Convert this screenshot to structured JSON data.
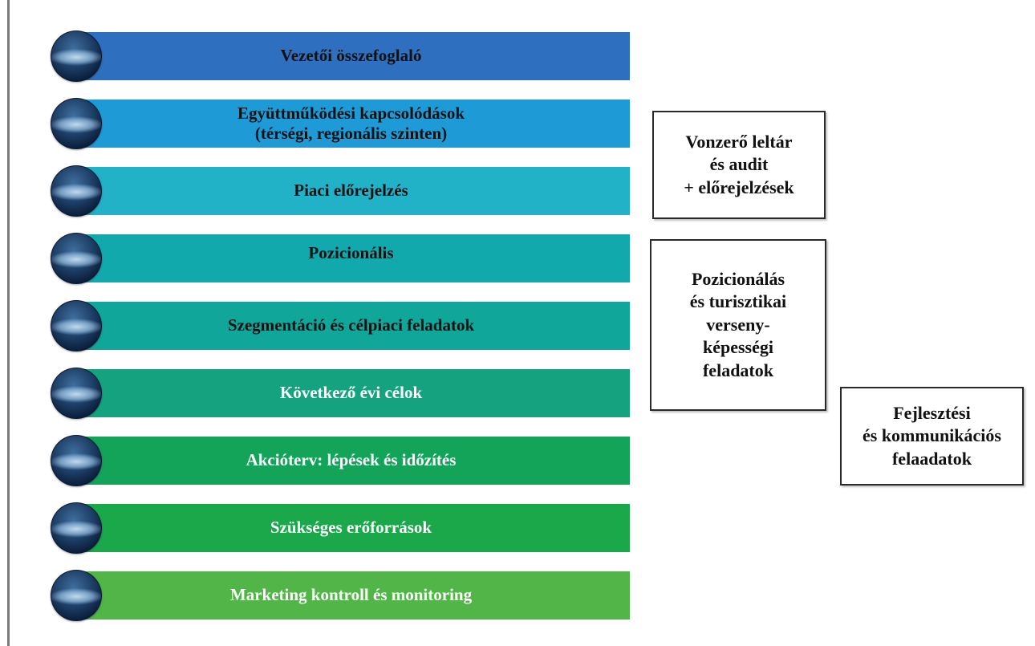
{
  "steps": [
    {
      "label": "Vezetői összefoglaló",
      "color": "#2e6fc0"
    },
    {
      "label": "Együttműködési kapcsolódások\n(térségi, regionális szinten)",
      "color": "#1e9ad6"
    },
    {
      "label": "Piaci előrejelzés",
      "color": "#22b2c8"
    },
    {
      "label": "Pozicionális",
      "color": "#12a9ad"
    },
    {
      "label": "Szegmentáció és célpiaci feladatok",
      "color": "#10a79a"
    },
    {
      "label": "Következő évi célok",
      "color": "#14a37e"
    },
    {
      "label": "Akcióterv: lépések és időzítés",
      "color": "#13a45a"
    },
    {
      "label": "Szükséges erőforrások",
      "color": "#1aa84b"
    },
    {
      "label": "Marketing kontroll és monitoring",
      "color": "#52b548"
    }
  ],
  "side_boxes": [
    {
      "label": "Vonzerő leltár\nés audit\n+ előrejelzések"
    },
    {
      "label": "Pozicionálás\nés turisztikai\nverseny-\nképességi\nfeladatok"
    },
    {
      "label": "Fejlesztési\nés kommunikációs\nfelaadatok"
    }
  ]
}
